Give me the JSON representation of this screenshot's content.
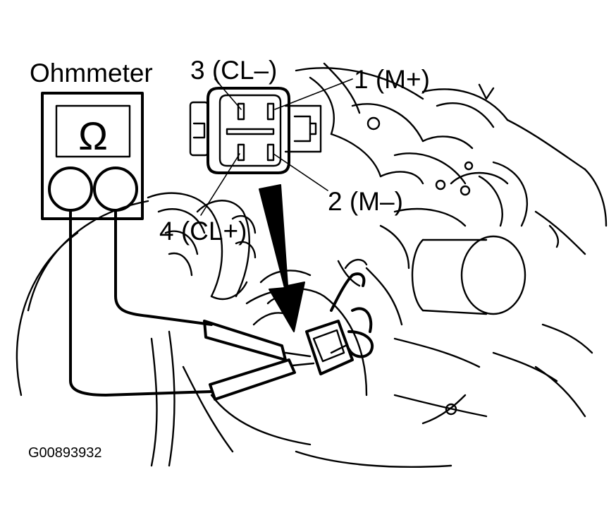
{
  "meter": {
    "title": "Ohmmeter",
    "symbol": "Ω"
  },
  "terminals": {
    "t1": "1 (M+)",
    "t2": "2 (M–)",
    "t3": "3 (CL–)",
    "t4": "4 (CL+)"
  },
  "figure_code": "G00893932"
}
